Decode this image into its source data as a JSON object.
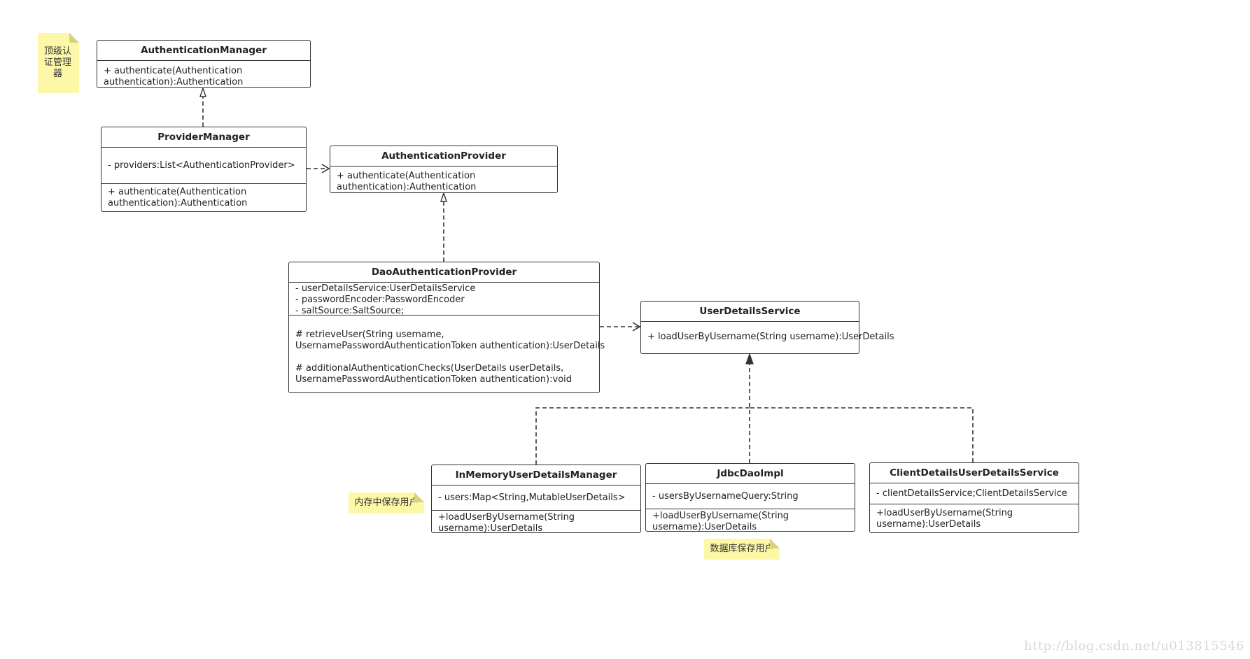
{
  "notes": {
    "top_manager": "顶级认证管理器",
    "in_memory": "内存中保存用户",
    "database": "数据库保存用户"
  },
  "classes": {
    "authentication_manager": {
      "name": "AuthenticationManager",
      "methods": [
        "+ authenticate(Authentication",
        "authentication):Authentication"
      ]
    },
    "provider_manager": {
      "name": "ProviderManager",
      "attributes": [
        "- providers:List<AuthenticationProvider>"
      ],
      "methods": [
        "+ authenticate(Authentication",
        "authentication):Authentication"
      ]
    },
    "authentication_provider": {
      "name": "AuthenticationProvider",
      "methods": [
        "+ authenticate(Authentication",
        "authentication):Authentication"
      ]
    },
    "dao_authentication_provider": {
      "name": "DaoAuthenticationProvider",
      "attributes": [
        "- userDetailsService:UserDetailsService",
        "- passwordEncoder:PasswordEncoder",
        "- saltSource:SaltSource;"
      ],
      "methods": [
        "# retrieveUser(String username,",
        "UsernamePasswordAuthenticationToken authentication):UserDetails",
        "# additionalAuthenticationChecks(UserDetails userDetails,",
        "UsernamePasswordAuthenticationToken authentication):void"
      ]
    },
    "user_details_service": {
      "name": "UserDetailsService",
      "methods": [
        "+ loadUserByUsername(String username):UserDetails"
      ]
    },
    "in_memory_user_details_manager": {
      "name": "InMemoryUserDetailsManager",
      "attributes": [
        "- users:Map<String,MutableUserDetails>"
      ],
      "methods": [
        "+loadUserByUsername(String",
        "username):UserDetails"
      ]
    },
    "jdbc_dao_impl": {
      "name": "JdbcDaoImpl",
      "attributes": [
        "- usersByUsernameQuery:String"
      ],
      "methods": [
        "+loadUserByUsername(String",
        "username):UserDetails"
      ]
    },
    "client_details_user_details_service": {
      "name": "ClientDetailsUserDetailsService",
      "attributes": [
        "- clientDetailsService;ClientDetailsService"
      ],
      "methods": [
        "+loadUserByUsername(String",
        "username):UserDetails"
      ]
    }
  },
  "watermark": "http://blog.csdn.net/u013815546"
}
